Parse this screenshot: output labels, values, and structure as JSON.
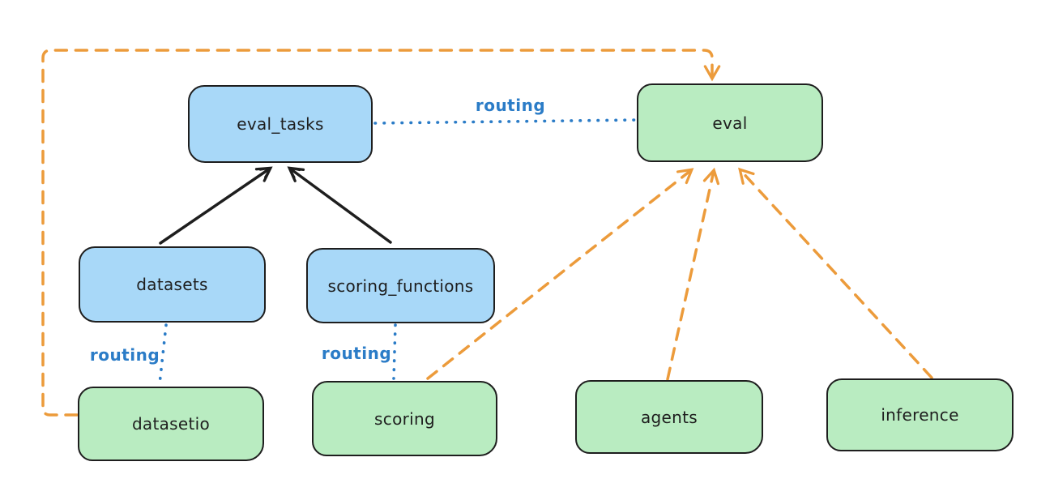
{
  "diagram": {
    "kind": "hand-drawn architecture diagram",
    "background": "#ffffff"
  },
  "labels": {
    "routing": "routing"
  },
  "colors": {
    "resource_node_fill_blue": "#a8d8f8",
    "provider_node_fill_green": "#b9ecc1",
    "node_border": "#1e1e1e",
    "node_text": "#1e1e1e",
    "routing_blue": "#2b7cc7",
    "dependency_orange": "#ec9b3b",
    "arrow_black": "#1e1e1e"
  },
  "nodes": [
    {
      "id": "eval_tasks",
      "label": "eval_tasks",
      "fill": "blue"
    },
    {
      "id": "eval",
      "label": "eval",
      "fill": "green"
    },
    {
      "id": "datasets",
      "label": "datasets",
      "fill": "blue"
    },
    {
      "id": "scoring_functions",
      "label": "scoring_functions",
      "fill": "blue"
    },
    {
      "id": "datasetio",
      "label": "datasetio",
      "fill": "green"
    },
    {
      "id": "scoring",
      "label": "scoring",
      "fill": "green"
    },
    {
      "id": "agents",
      "label": "agents",
      "fill": "green"
    },
    {
      "id": "inference",
      "label": "inference",
      "fill": "green"
    }
  ],
  "edges": [
    {
      "from": "datasets",
      "to": "eval_tasks",
      "style": "solid",
      "color": "black",
      "arrow": true,
      "label": ""
    },
    {
      "from": "scoring_functions",
      "to": "eval_tasks",
      "style": "solid",
      "color": "black",
      "arrow": true,
      "label": ""
    },
    {
      "from": "eval_tasks",
      "to": "eval",
      "style": "dotted",
      "color": "blue",
      "arrow": false,
      "label": "routing"
    },
    {
      "from": "datasets",
      "to": "datasetio",
      "style": "dotted",
      "color": "blue",
      "arrow": false,
      "label": "routing"
    },
    {
      "from": "scoring_functions",
      "to": "scoring",
      "style": "dotted",
      "color": "blue",
      "arrow": false,
      "label": "routing"
    },
    {
      "from": "datasetio",
      "to": "eval",
      "style": "dashed",
      "color": "orange",
      "arrow": true,
      "label": ""
    },
    {
      "from": "scoring",
      "to": "eval",
      "style": "dashed",
      "color": "orange",
      "arrow": true,
      "label": ""
    },
    {
      "from": "agents",
      "to": "eval",
      "style": "dashed",
      "color": "orange",
      "arrow": true,
      "label": ""
    },
    {
      "from": "inference",
      "to": "eval",
      "style": "dashed",
      "color": "orange",
      "arrow": true,
      "label": ""
    }
  ]
}
